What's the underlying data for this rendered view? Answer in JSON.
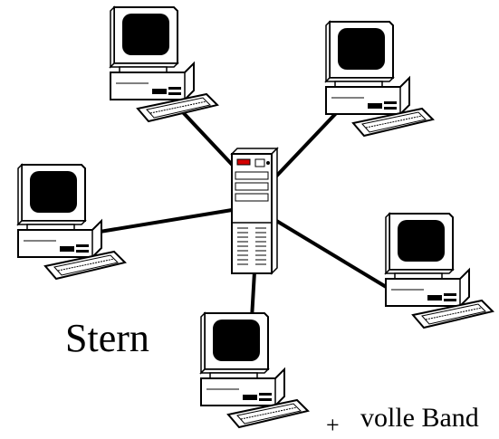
{
  "diagram": {
    "title": "Stern",
    "note_prefix": "+",
    "note": "volle Band",
    "hub": {
      "name": "server",
      "icon": "server-tower-icon"
    },
    "nodes": [
      {
        "name": "workstation-top-left",
        "icon": "desktop-computer-icon"
      },
      {
        "name": "workstation-top-right",
        "icon": "desktop-computer-icon"
      },
      {
        "name": "workstation-left",
        "icon": "desktop-computer-icon"
      },
      {
        "name": "workstation-right",
        "icon": "desktop-computer-icon"
      },
      {
        "name": "workstation-bottom",
        "icon": "desktop-computer-icon"
      }
    ],
    "colors": {
      "line": "#000000",
      "screen": "#000000",
      "body": "#ffffff",
      "led": "#d40000"
    }
  }
}
